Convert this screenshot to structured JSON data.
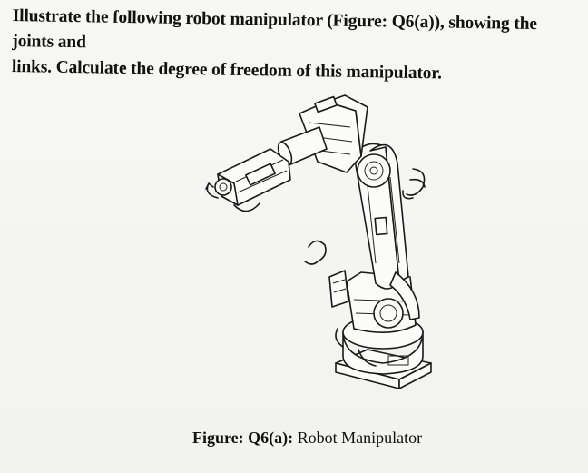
{
  "question": {
    "line1": "Illustrate the following robot manipulator (Figure: Q6(a)), showing the joints and",
    "line2": "links. Calculate the degree of freedom of this manipulator."
  },
  "figure": {
    "caption_label": "Figure: Q6(a):",
    "caption_text": " Robot Manipulator"
  }
}
